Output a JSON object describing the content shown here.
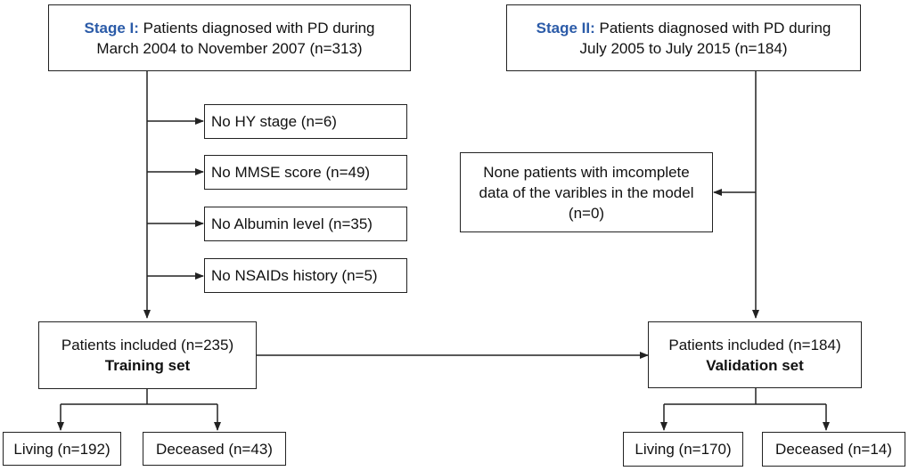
{
  "stage1": {
    "label": "Stage I:",
    "line1": "Patients diagnosed with PD during",
    "line2": "March 2004 to November 2007 (n=313)"
  },
  "stage2": {
    "label": "Stage II:",
    "line1": "Patients diagnosed with PD during",
    "line2": "July 2005 to July 2015 (n=184)"
  },
  "exclusions": [
    "No HY stage (n=6)",
    "No MMSE score (n=49)",
    "No Albumin level (n=35)",
    "No NSAIDs history (n=5)"
  ],
  "validation_exclusion": {
    "line1": "None patients with imcomplete",
    "line2": "data of the varibles in the model",
    "line3": "(n=0)"
  },
  "training": {
    "line1": "Patients included (n=235)",
    "line2": "Training set"
  },
  "validation": {
    "line1": "Patients included (n=184)",
    "line2": "Validation set"
  },
  "outcomes": {
    "training_living": "Living (n=192)",
    "training_deceased": "Deceased (n=43)",
    "validation_living": "Living (n=170)",
    "validation_deceased": "Deceased (n=14)"
  },
  "colors": {
    "stage_label": "#2b5ba8",
    "line": "#222222"
  }
}
